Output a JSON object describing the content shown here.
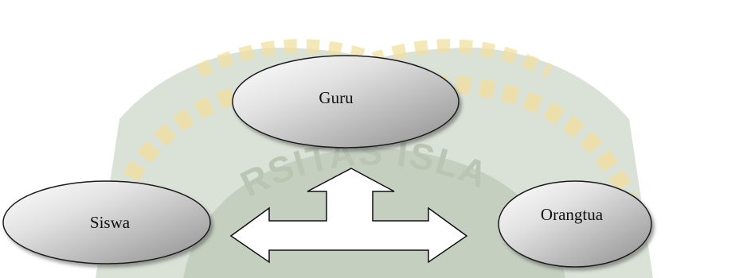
{
  "diagram": {
    "nodes": [
      {
        "id": "guru",
        "label": "Guru"
      },
      {
        "id": "siswa",
        "label": "Siswa"
      },
      {
        "id": "orangtua",
        "label": "Orangtua"
      }
    ],
    "connector": {
      "type": "three-way-arrow",
      "directions": [
        "up",
        "left",
        "right"
      ]
    }
  },
  "watermark": {
    "text": "UNIVERSITAS ISLAM RIAU",
    "colors": {
      "shield": "#bccab7",
      "shield_dark": "#a9b9a4",
      "rope": "#f0dfa0"
    }
  },
  "colors": {
    "node_fill_light": "#ffffff",
    "node_fill_dark": "#8f8f8f",
    "node_stroke": "#1a1a1a",
    "arrow_fill": "#ffffff",
    "arrow_stroke": "#111111"
  }
}
